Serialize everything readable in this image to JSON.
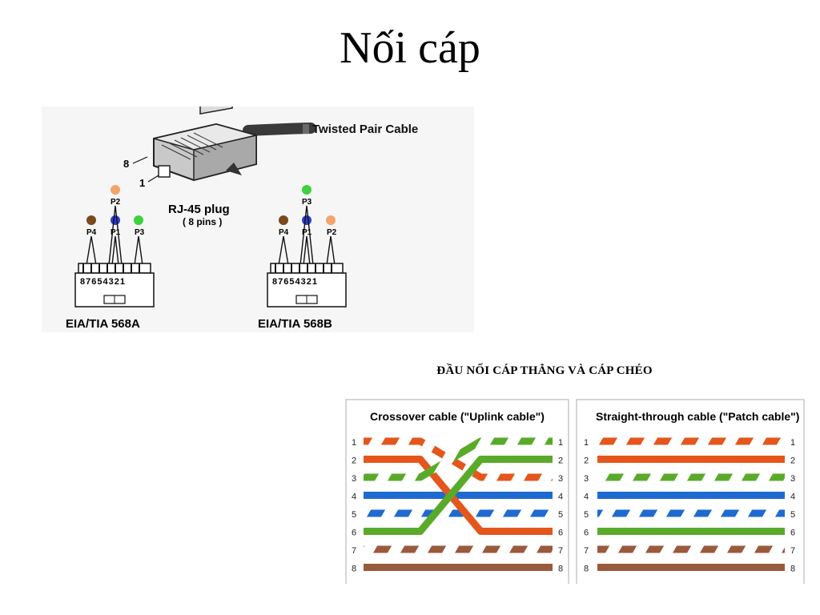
{
  "slide": {
    "title": "Nối cáp"
  },
  "rj45": {
    "cable_label": "Twisted Pair Cable",
    "pin8_label": "8",
    "pin1_label": "1",
    "plug_label": "RJ-45 plug",
    "plug_sub_label": "( 8 pins )",
    "pin_numbers": "87654321",
    "standard_a": {
      "label": "EIA/TIA 568A",
      "top_pair": "P2",
      "left_pair": "P4",
      "center_pair": "P1",
      "right_pair": "P3",
      "top_color": "#f4a36c",
      "left_color": "#7a4a1e",
      "center_color": "#2a3fd6",
      "right_color": "#3ed13e"
    },
    "standard_b": {
      "label": "EIA/TIA 568B",
      "top_pair": "P3",
      "left_pair": "P4",
      "center_pair": "P1",
      "right_pair": "P2",
      "top_color": "#3ed13e",
      "left_color": "#7a4a1e",
      "center_color": "#2a3fd6",
      "right_color": "#f4a36c"
    }
  },
  "cables": {
    "section_title": "ĐẦU NỐI CÁP THẲNG VÀ CÁP CHÉO",
    "crossover_title": "Crossover cable (\"Uplink cable\")",
    "straight_title": "Straight-through cable (\"Patch cable\")",
    "pin_labels": [
      "1",
      "2",
      "3",
      "4",
      "5",
      "6",
      "7",
      "8"
    ],
    "wire_colors": {
      "orange": "#e4561b",
      "green": "#5aaa2a",
      "blue": "#1f6ad0",
      "brown": "#9a5a3c"
    },
    "crossover_wires": [
      {
        "from": 1,
        "to": 3,
        "color": "orange",
        "striped": true
      },
      {
        "from": 2,
        "to": 6,
        "color": "orange",
        "striped": false
      },
      {
        "from": 3,
        "to": 1,
        "color": "green",
        "striped": true
      },
      {
        "from": 4,
        "to": 4,
        "color": "blue",
        "striped": false
      },
      {
        "from": 5,
        "to": 5,
        "color": "blue",
        "striped": true
      },
      {
        "from": 6,
        "to": 2,
        "color": "green",
        "striped": false
      },
      {
        "from": 7,
        "to": 7,
        "color": "brown",
        "striped": true
      },
      {
        "from": 8,
        "to": 8,
        "color": "brown",
        "striped": false
      }
    ],
    "straight_wires": [
      {
        "from": 1,
        "to": 1,
        "color": "orange",
        "striped": true
      },
      {
        "from": 2,
        "to": 2,
        "color": "orange",
        "striped": false
      },
      {
        "from": 3,
        "to": 3,
        "color": "green",
        "striped": true
      },
      {
        "from": 4,
        "to": 4,
        "color": "blue",
        "striped": false
      },
      {
        "from": 5,
        "to": 5,
        "color": "blue",
        "striped": true
      },
      {
        "from": 6,
        "to": 6,
        "color": "green",
        "striped": false
      },
      {
        "from": 7,
        "to": 7,
        "color": "brown",
        "striped": true
      },
      {
        "from": 8,
        "to": 8,
        "color": "brown",
        "striped": false
      }
    ]
  }
}
